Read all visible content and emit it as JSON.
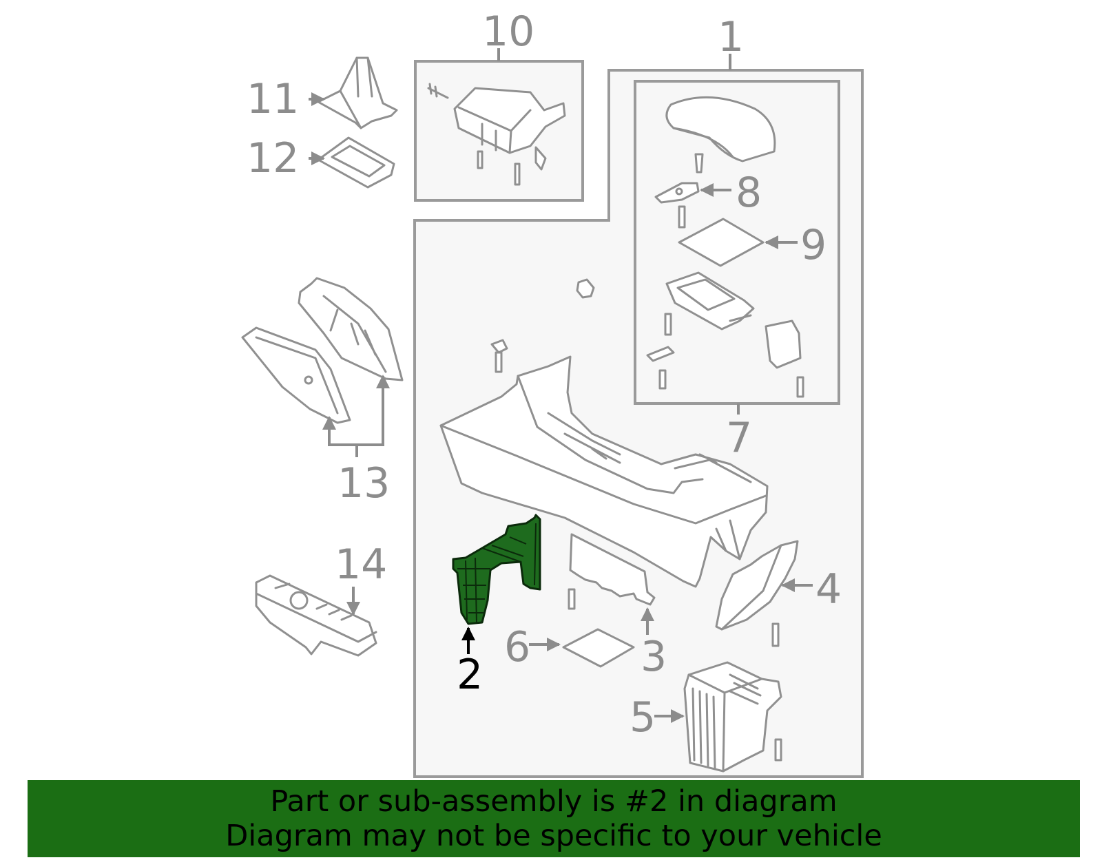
{
  "diagram": {
    "callouts": {
      "c1": "1",
      "c2": "2",
      "c3": "3",
      "c4": "4",
      "c5": "5",
      "c6": "6",
      "c7": "7",
      "c8": "8",
      "c9": "9",
      "c10": "10",
      "c11": "11",
      "c12": "12",
      "c13": "13",
      "c14": "14"
    },
    "highlighted_part": "2",
    "highlight_color": "#1e6b1e"
  },
  "banner": {
    "line1": "Part or sub-assembly is #2 in diagram",
    "line2": "Diagram may not be specific to your vehicle",
    "background_color": "#1b6e14"
  }
}
